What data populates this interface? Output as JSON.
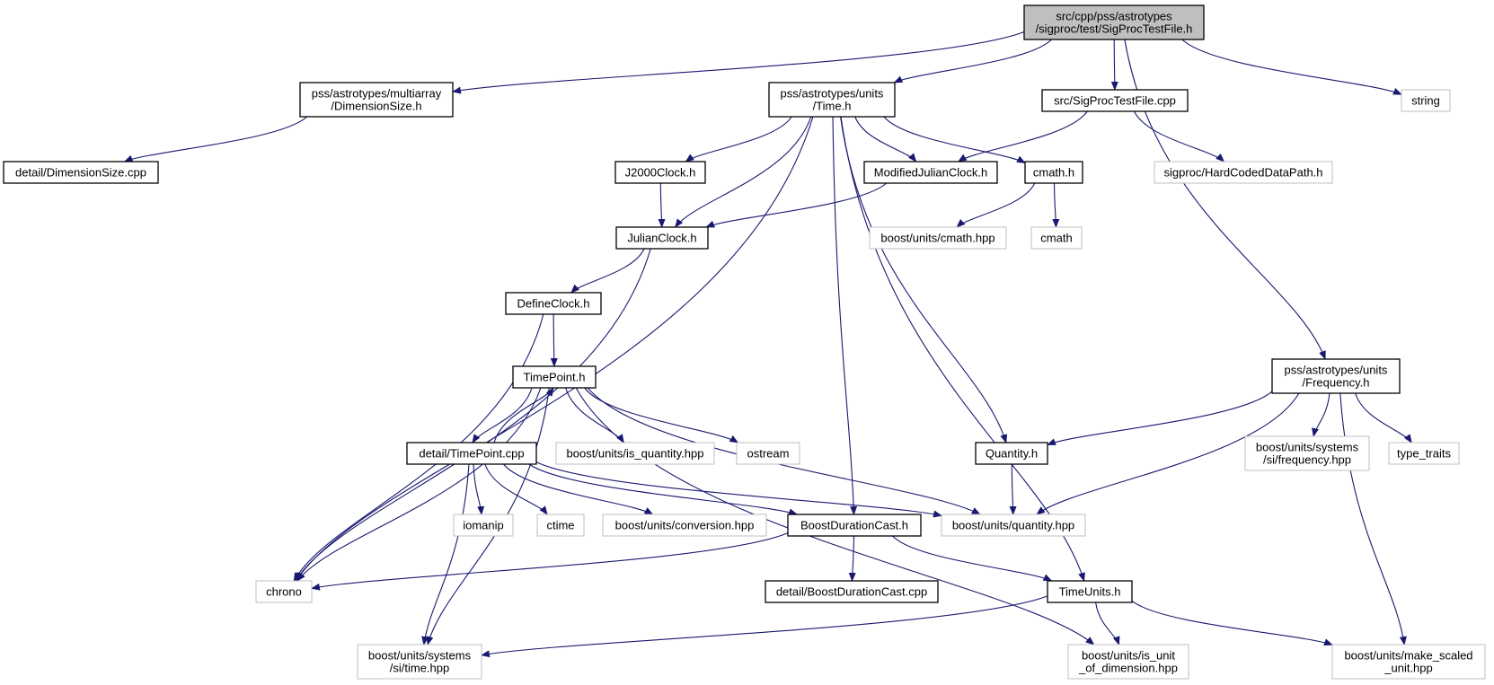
{
  "graph": {
    "colors": {
      "edge": "#191970",
      "node_border": "#000000",
      "external_border": "#bfbfbf",
      "root_fill": "#bfbfbf",
      "node_fill": "#ffffff",
      "text": "#000000"
    },
    "nodes": [
      {
        "id": "root",
        "lines": [
          "src/cpp/pss/astrotypes",
          "/sigproc/test/SigProcTestFile.h"
        ],
        "kind": "root"
      },
      {
        "id": "dimsize",
        "lines": [
          "pss/astrotypes/multiarray",
          "/DimensionSize.h"
        ],
        "kind": "file"
      },
      {
        "id": "time",
        "lines": [
          "pss/astrotypes/units",
          "/Time.h"
        ],
        "kind": "file"
      },
      {
        "id": "sigproccpp",
        "lines": [
          "src/SigProcTestFile.cpp"
        ],
        "kind": "file"
      },
      {
        "id": "string",
        "lines": [
          "string"
        ],
        "kind": "external"
      },
      {
        "id": "dimsizecpp",
        "lines": [
          "detail/DimensionSize.cpp"
        ],
        "kind": "file"
      },
      {
        "id": "j2000",
        "lines": [
          "J2000Clock.h"
        ],
        "kind": "file"
      },
      {
        "id": "mjd",
        "lines": [
          "ModifiedJulianClock.h"
        ],
        "kind": "file"
      },
      {
        "id": "cmathh",
        "lines": [
          "cmath.h"
        ],
        "kind": "file"
      },
      {
        "id": "hardcoded",
        "lines": [
          "sigproc/HardCodedDataPath.h"
        ],
        "kind": "external"
      },
      {
        "id": "julian",
        "lines": [
          "JulianClock.h"
        ],
        "kind": "file"
      },
      {
        "id": "boostcmath",
        "lines": [
          "boost/units/cmath.hpp"
        ],
        "kind": "external"
      },
      {
        "id": "cmath",
        "lines": [
          "cmath"
        ],
        "kind": "external"
      },
      {
        "id": "defclock",
        "lines": [
          "DefineClock.h"
        ],
        "kind": "file"
      },
      {
        "id": "timepoint",
        "lines": [
          "TimePoint.h"
        ],
        "kind": "file"
      },
      {
        "id": "frequency",
        "lines": [
          "pss/astrotypes/units",
          "/Frequency.h"
        ],
        "kind": "file"
      },
      {
        "id": "tpcpp",
        "lines": [
          "detail/TimePoint.cpp"
        ],
        "kind": "file"
      },
      {
        "id": "isquantity",
        "lines": [
          "boost/units/is_quantity.hpp"
        ],
        "kind": "external"
      },
      {
        "id": "ostream",
        "lines": [
          "ostream"
        ],
        "kind": "external"
      },
      {
        "id": "quantityh",
        "lines": [
          "Quantity.h"
        ],
        "kind": "file"
      },
      {
        "id": "sifreq",
        "lines": [
          "boost/units/systems",
          "/si/frequency.hpp"
        ],
        "kind": "external"
      },
      {
        "id": "typetraits",
        "lines": [
          "type_traits"
        ],
        "kind": "external"
      },
      {
        "id": "iomanip",
        "lines": [
          "iomanip"
        ],
        "kind": "external"
      },
      {
        "id": "ctime",
        "lines": [
          "ctime"
        ],
        "kind": "external"
      },
      {
        "id": "conversion",
        "lines": [
          "boost/units/conversion.hpp"
        ],
        "kind": "external"
      },
      {
        "id": "bdc",
        "lines": [
          "BoostDurationCast.h"
        ],
        "kind": "file"
      },
      {
        "id": "quantityhpp",
        "lines": [
          "boost/units/quantity.hpp"
        ],
        "kind": "external"
      },
      {
        "id": "chrono",
        "lines": [
          "chrono"
        ],
        "kind": "external"
      },
      {
        "id": "bdccpp",
        "lines": [
          "detail/BoostDurationCast.cpp"
        ],
        "kind": "file"
      },
      {
        "id": "timeunits",
        "lines": [
          "TimeUnits.h"
        ],
        "kind": "file"
      },
      {
        "id": "sitime",
        "lines": [
          "boost/units/systems",
          "/si/time.hpp"
        ],
        "kind": "external"
      },
      {
        "id": "isunit",
        "lines": [
          "boost/units/is_unit",
          "_of_dimension.hpp"
        ],
        "kind": "external"
      },
      {
        "id": "makescaled",
        "lines": [
          "boost/units/make_scaled",
          "_unit.hpp"
        ],
        "kind": "external"
      }
    ],
    "edges": [
      {
        "from": "root",
        "to": "dimsize"
      },
      {
        "from": "root",
        "to": "time"
      },
      {
        "from": "root",
        "to": "sigproccpp"
      },
      {
        "from": "root",
        "to": "string"
      },
      {
        "from": "root",
        "to": "frequency"
      },
      {
        "from": "dimsize",
        "to": "dimsizecpp"
      },
      {
        "from": "time",
        "to": "chrono"
      },
      {
        "from": "time",
        "to": "j2000"
      },
      {
        "from": "time",
        "to": "julian"
      },
      {
        "from": "time",
        "to": "mjd"
      },
      {
        "from": "time",
        "to": "cmathh"
      },
      {
        "from": "time",
        "to": "bdc"
      },
      {
        "from": "time",
        "to": "quantityh"
      },
      {
        "from": "time",
        "to": "timeunits"
      },
      {
        "from": "sigproccpp",
        "to": "mjd"
      },
      {
        "from": "sigproccpp",
        "to": "hardcoded"
      },
      {
        "from": "j2000",
        "to": "julian"
      },
      {
        "from": "mjd",
        "to": "julian"
      },
      {
        "from": "cmathh",
        "to": "boostcmath"
      },
      {
        "from": "cmathh",
        "to": "cmath"
      },
      {
        "from": "julian",
        "to": "chrono"
      },
      {
        "from": "julian",
        "to": "defclock"
      },
      {
        "from": "defclock",
        "to": "chrono"
      },
      {
        "from": "defclock",
        "to": "timepoint"
      },
      {
        "from": "timepoint",
        "to": "chrono"
      },
      {
        "from": "timepoint",
        "to": "tpcpp"
      },
      {
        "from": "timepoint",
        "to": "isquantity"
      },
      {
        "from": "timepoint",
        "to": "ostream"
      },
      {
        "from": "timepoint",
        "to": "quantityhpp"
      },
      {
        "from": "timepoint",
        "to": "sitime"
      },
      {
        "from": "timepoint",
        "to": "isunit"
      },
      {
        "from": "tpcpp",
        "to": "timepoint"
      },
      {
        "from": "tpcpp",
        "to": "iomanip"
      },
      {
        "from": "tpcpp",
        "to": "ctime"
      },
      {
        "from": "tpcpp",
        "to": "conversion"
      },
      {
        "from": "tpcpp",
        "to": "bdc"
      },
      {
        "from": "tpcpp",
        "to": "quantityhpp"
      },
      {
        "from": "tpcpp",
        "to": "sitime"
      },
      {
        "from": "frequency",
        "to": "quantityh"
      },
      {
        "from": "frequency",
        "to": "quantityhpp"
      },
      {
        "from": "frequency",
        "to": "sifreq"
      },
      {
        "from": "frequency",
        "to": "typetraits"
      },
      {
        "from": "frequency",
        "to": "makescaled"
      },
      {
        "from": "quantityh",
        "to": "quantityhpp"
      },
      {
        "from": "bdc",
        "to": "chrono"
      },
      {
        "from": "bdc",
        "to": "bdccpp"
      },
      {
        "from": "bdc",
        "to": "timeunits"
      },
      {
        "from": "timeunits",
        "to": "sitime"
      },
      {
        "from": "timeunits",
        "to": "isunit"
      },
      {
        "from": "timeunits",
        "to": "makescaled"
      }
    ]
  }
}
